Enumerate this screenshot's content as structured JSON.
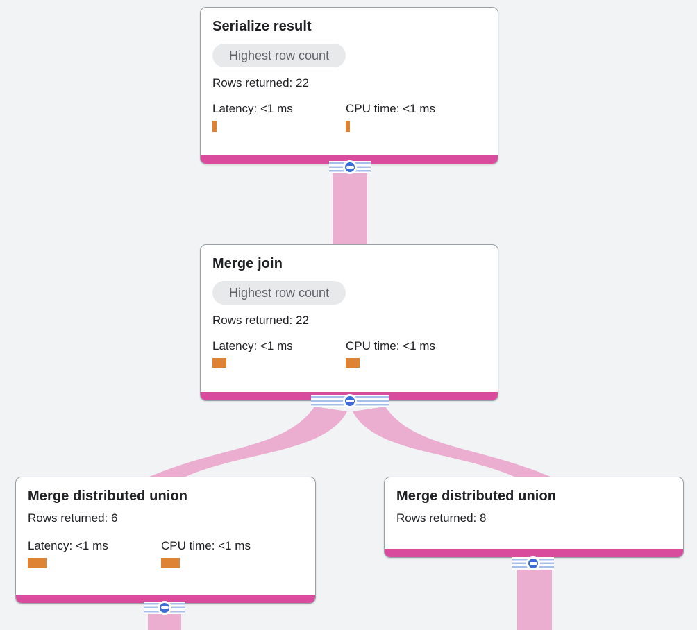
{
  "app": {
    "name": "Query plan visualizer"
  },
  "colors": {
    "background": "#F1F3F4",
    "node_border": "#9AA0A6",
    "node_footer": "#D94C9D",
    "flow_ribbon": "#ECAED0",
    "collapse_button": "#3D6CD4",
    "stripe_blue": "#A5BFEA",
    "badge_bg": "#E8E9EB",
    "badge_text": "#5F6368",
    "metric_bar": "#DE8234",
    "title_text": "#202124"
  },
  "nodes": [
    {
      "title": "Serialize result",
      "badge": "Highest row count",
      "rows_returned": "Rows returned: 22",
      "latency_label": "Latency: <1 ms",
      "cpu_label": "CPU time: <1 ms",
      "latency_bar": {
        "w": 6,
        "h": 16
      },
      "cpu_bar": {
        "w": 6,
        "h": 16
      }
    },
    {
      "title": "Merge join",
      "badge": "Highest row count",
      "rows_returned": "Rows returned: 22",
      "latency_label": "Latency: <1 ms",
      "cpu_label": "CPU time: <1 ms",
      "latency_bar": {
        "w": 20,
        "h": 14
      },
      "cpu_bar": {
        "w": 20,
        "h": 14
      }
    },
    {
      "title": "Merge distributed union",
      "rows_returned": "Rows returned: 6",
      "latency_label": "Latency: <1 ms",
      "cpu_label": "CPU time: <1 ms",
      "latency_bar": {
        "w": 27,
        "h": 15
      },
      "cpu_bar": {
        "w": 27,
        "h": 15
      }
    },
    {
      "title": "Merge distributed union",
      "rows_returned": "Rows returned: 8"
    }
  ],
  "connectors": [
    {
      "state": "expanded",
      "icon": "minus"
    },
    {
      "state": "expanded",
      "icon": "minus"
    },
    {
      "state": "expanded",
      "icon": "minus"
    },
    {
      "state": "expanded",
      "icon": "minus"
    }
  ]
}
